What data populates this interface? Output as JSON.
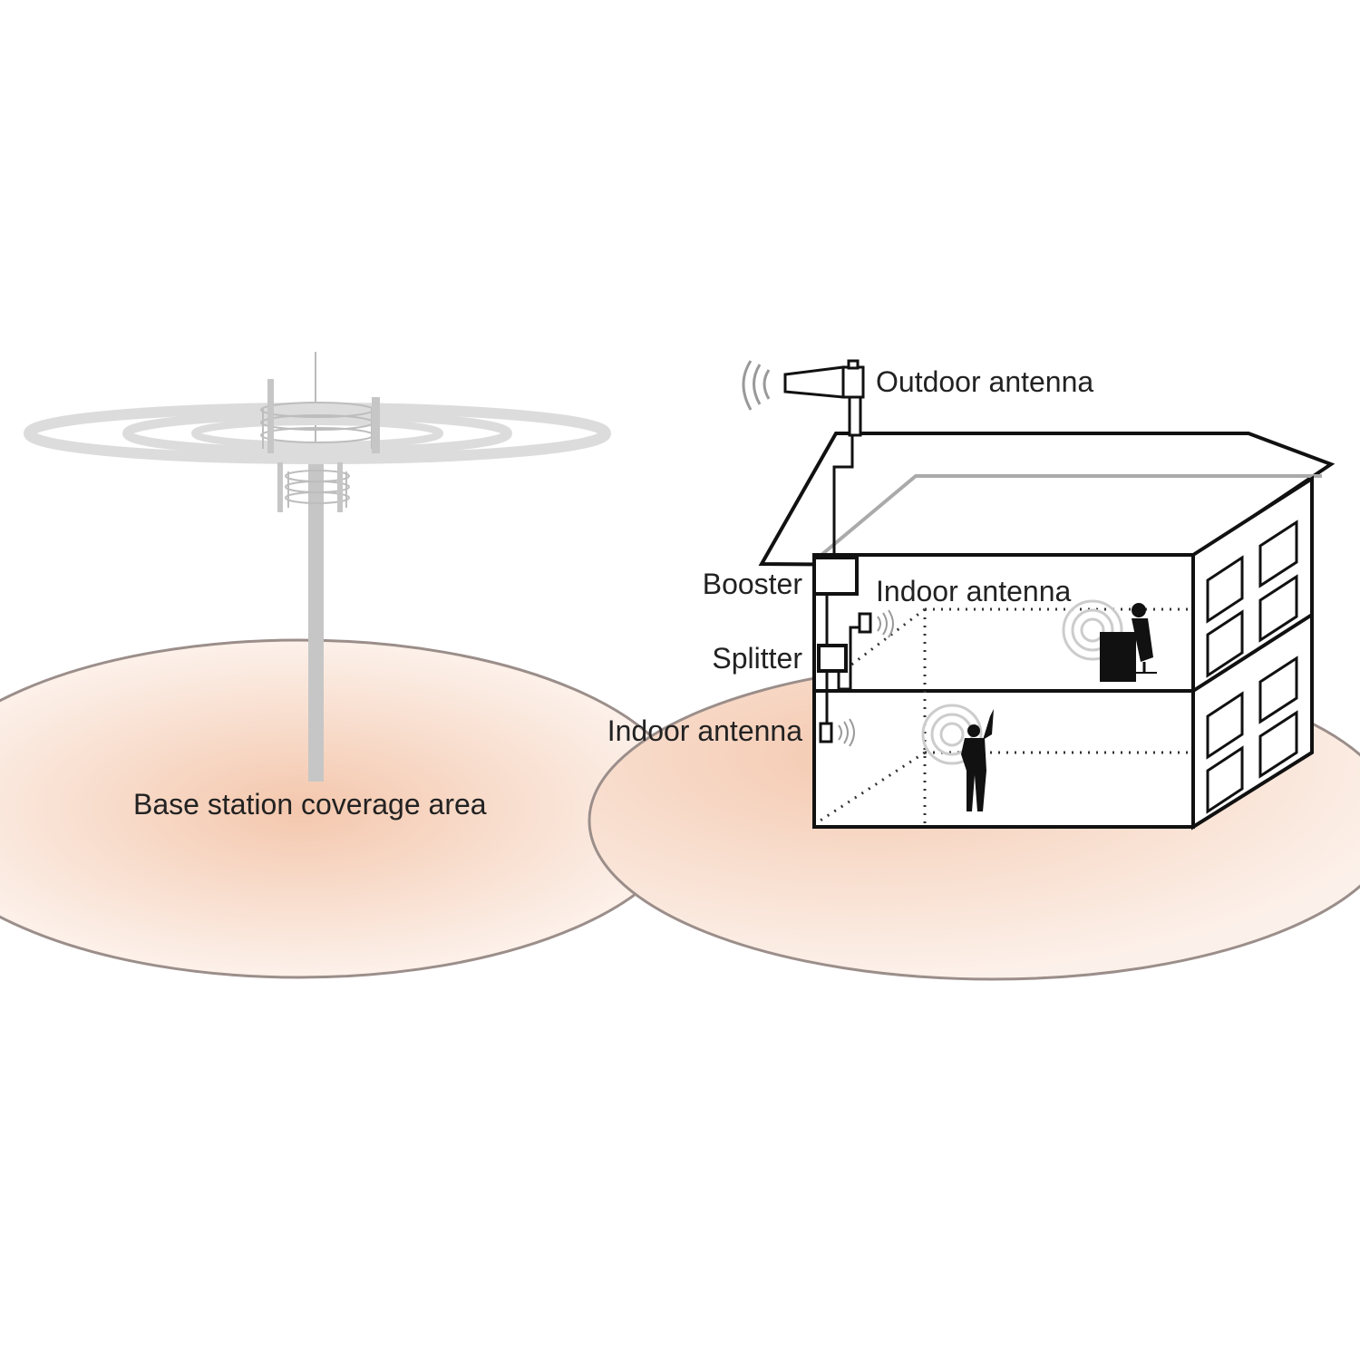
{
  "labels": {
    "outdoor_antenna": "Outdoor antenna",
    "booster": "Booster",
    "indoor_antenna_upper": "Indoor antenna",
    "splitter": "Splitter",
    "indoor_antenna_lower": "Indoor antenna",
    "base_station_area": "Base station coverage area"
  },
  "colors": {
    "coverage_center": "#f4c7ad",
    "coverage_edge": "#fcf1ea",
    "coverage_stroke": "#9b8e8a",
    "tower_gray": "#c6c6c6",
    "ring_gray": "#dcdcdc",
    "line": "#111111"
  }
}
